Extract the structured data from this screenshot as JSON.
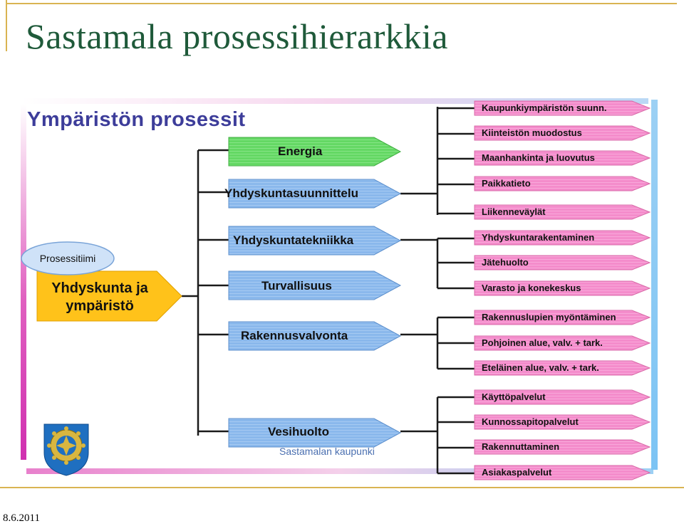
{
  "slide": {
    "title": "Sastamala prosessihierarkkia",
    "date": "8.6.2011"
  },
  "diagram": {
    "heading": "Ympäristön prosessit",
    "team_label": "Prosessitiimi",
    "root_label": "Yhdyskunta ja ympäristö",
    "city_label": "Sastamalan kaupunki",
    "processes": [
      "Energia",
      "Yhdyskuntasuunnittelu",
      "Yhdyskuntatekniikka",
      "Turvallisuus",
      "Rakennusvalvonta",
      "Vesihuolto"
    ],
    "subprocesses": [
      "Kaupunkiympäristön suunn.",
      "Kiinteistön muodostus",
      "Maanhankinta ja luovutus",
      "Paikkatieto",
      "Liikenneväylät",
      "Yhdyskuntarakentaminen",
      "Jätehuolto",
      "Varasto ja konekeskus",
      "Rakennuslupien myöntäminen",
      "Pohjoinen alue, valv. + tark.",
      "Eteläinen alue, valv. + tark.",
      "Käyttöpalvelut",
      "Kunnossapitopalvelut",
      "Rakennuttaminen",
      "Asiakaspalvelut"
    ],
    "colors": {
      "heading": "#3d3d9a",
      "energy_fill": "#6fdc6f",
      "process_fill": "#8ab8ec",
      "subprocess_fill": "#f79ad0",
      "root_fill": "#ffc21a",
      "team_fill": "#cfe2f8"
    }
  }
}
